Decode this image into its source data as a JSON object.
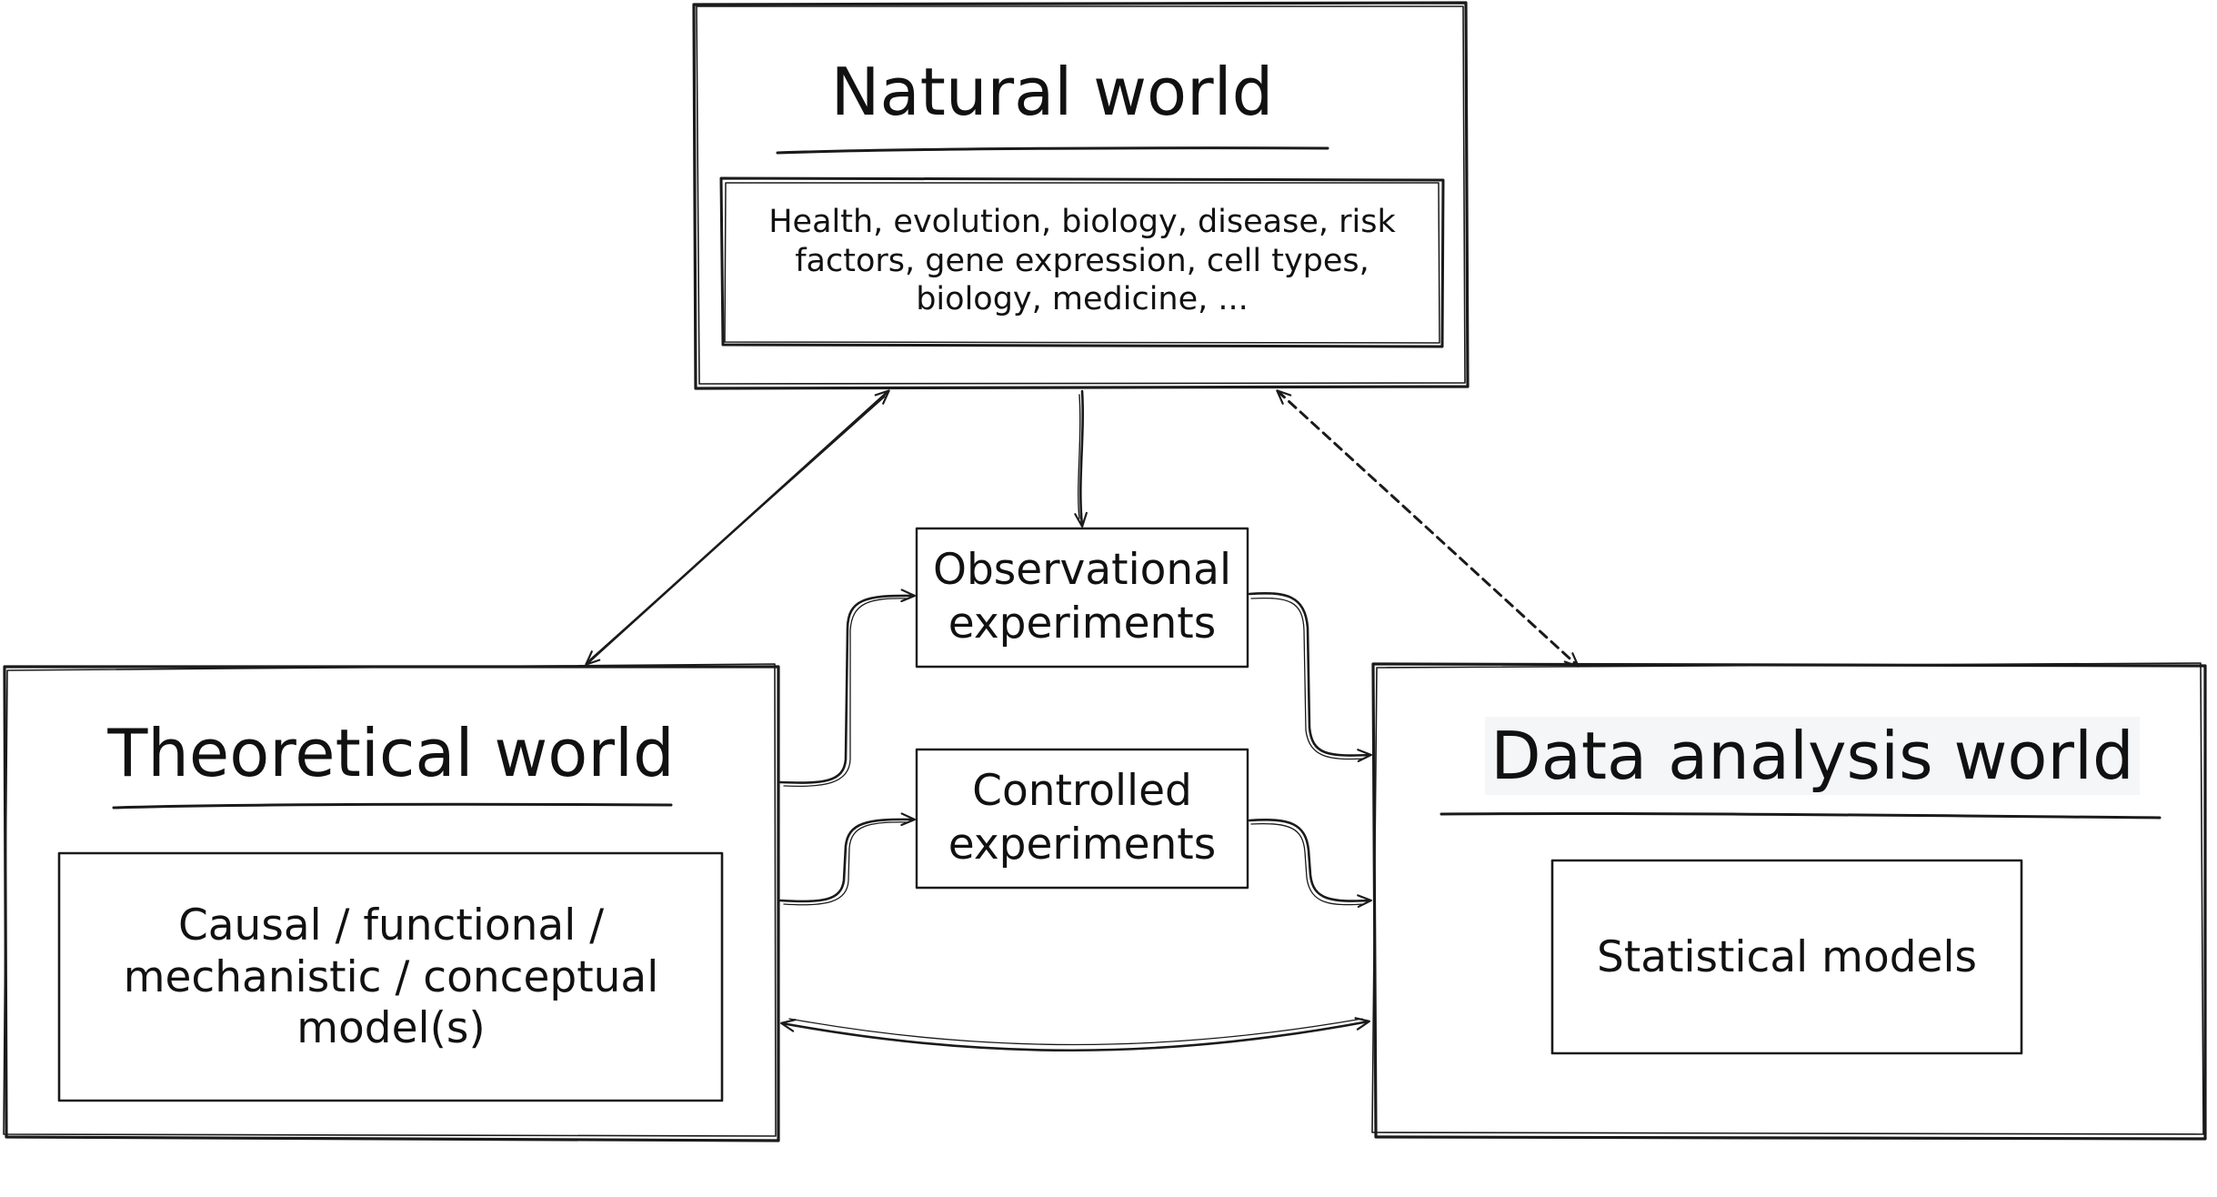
{
  "natural_world": {
    "title": "Natural world",
    "content": "Health, evolution, biology, disease, risk factors, gene expression, cell types, biology, medicine, ..."
  },
  "theoretical_world": {
    "title": "Theoretical world",
    "content": "Causal / functional / mechanistic / conceptual model(s)"
  },
  "data_analysis_world": {
    "title": "Data analysis world",
    "content": "Statistical models"
  },
  "experiments": {
    "observational": "Observational experiments",
    "controlled": "Controlled experiments"
  }
}
